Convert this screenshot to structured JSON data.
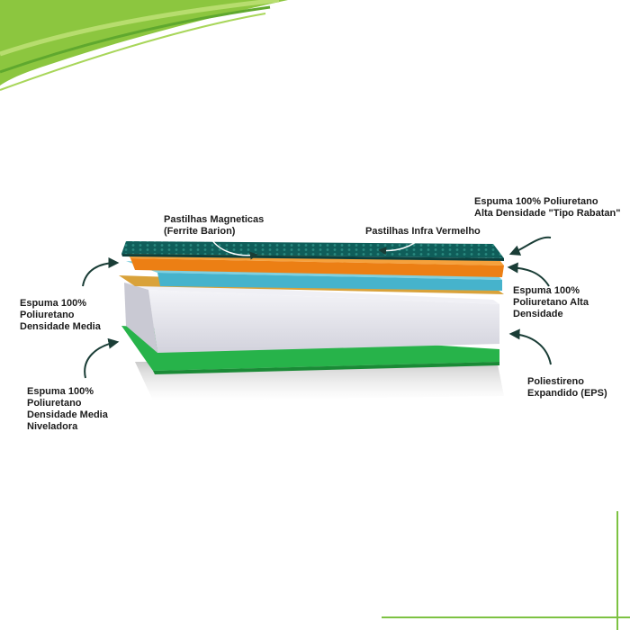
{
  "colors": {
    "accent_green": "#7dc242",
    "layer_magnetic": "#0f5e5a",
    "layer_orange": "#f08a1c",
    "layer_cyan": "#46b3cc",
    "layer_gold": "#d9a23a",
    "layer_eps": "#e6e6ee",
    "layer_base": "#27b34a",
    "arrow": "#1a3d36"
  },
  "labels": {
    "pastilhas_magneticas": "Pastilhas Magneticas\n(Ferrite Barion)",
    "pastilhas_infra": "Pastilhas Infra Vermelho",
    "espuma_rabatan": "Espuma 100% Poliuretano\nAlta Densidade \"Tipo Rabatan\"",
    "espuma_alta": "Espuma 100%\nPoliuretano Alta\nDensidade",
    "espuma_media": "Espuma 100%\nPoliuretano\nDensidade Media",
    "poliestireno": "Poliestireno\nExpandido (EPS)",
    "espuma_niveladora": "Espuma 100%\nPoliuretano\nDensidade Media\nNiveladora"
  }
}
